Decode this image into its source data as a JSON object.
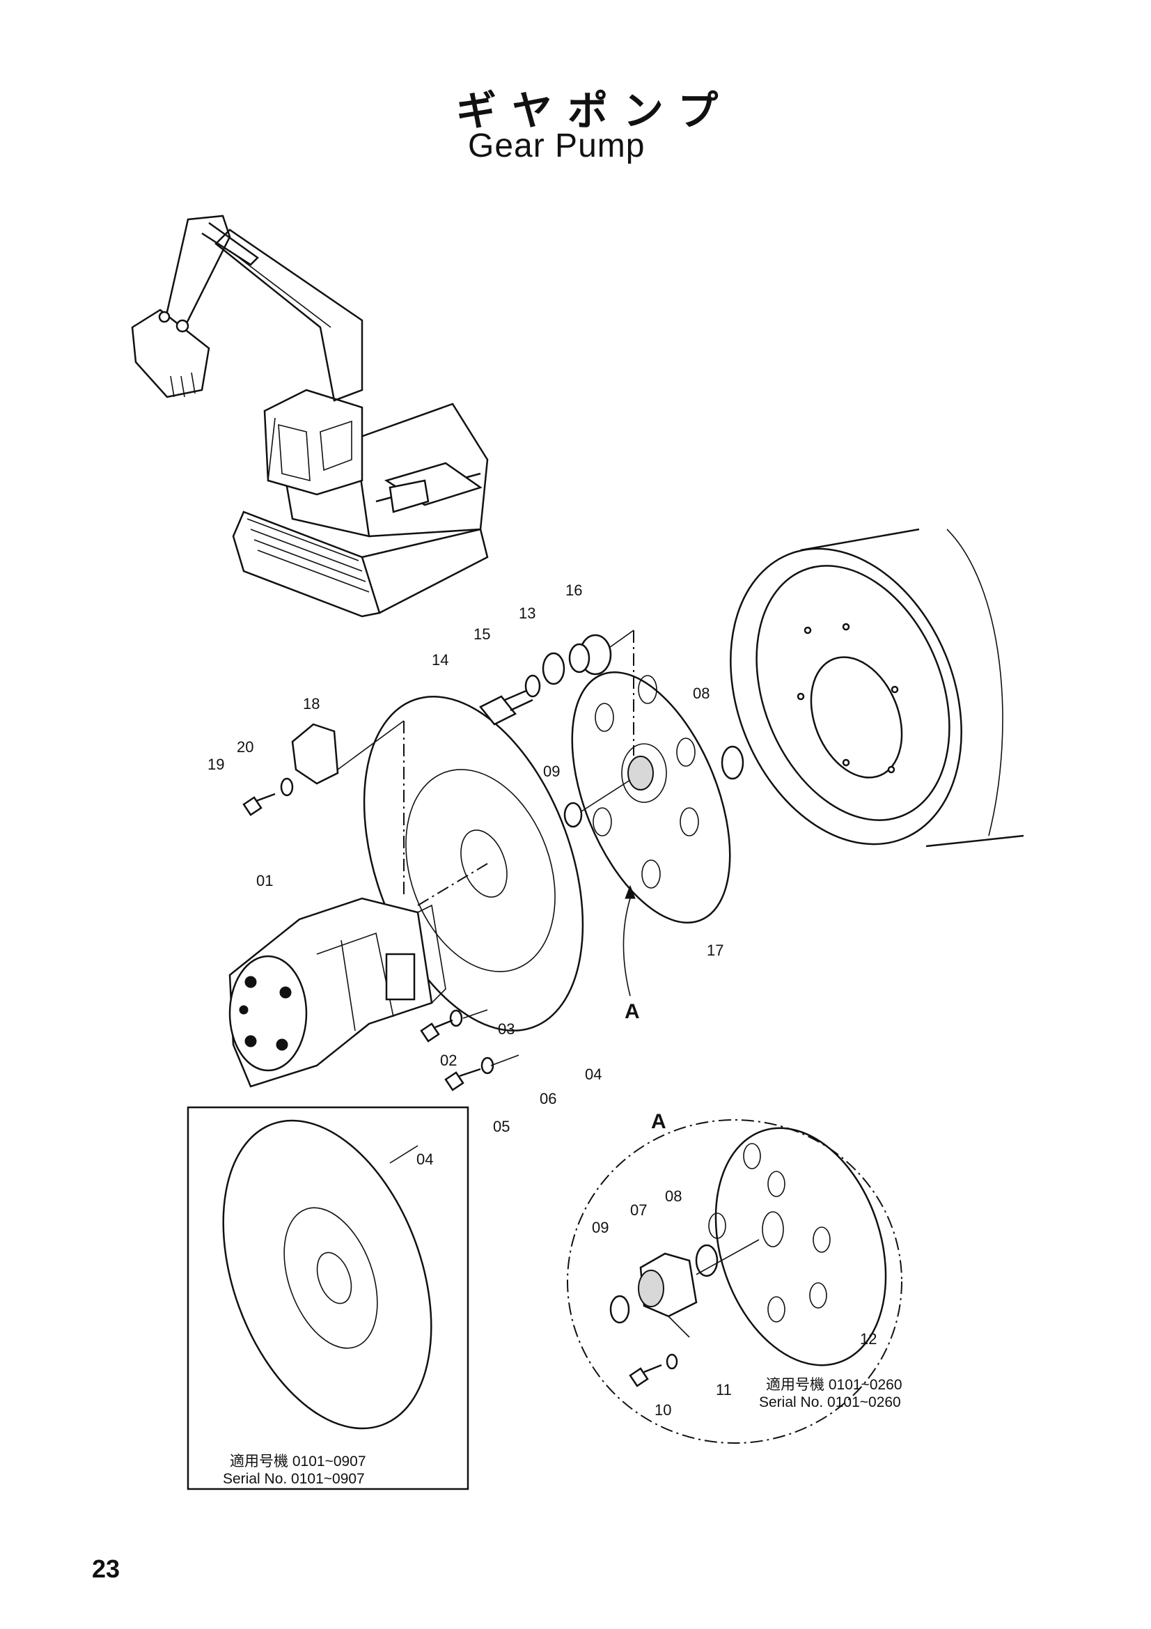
{
  "header": {
    "title_jp": "ギヤポンプ",
    "title_en": "Gear Pump"
  },
  "callouts": {
    "p01": "01",
    "p02": "02",
    "p03": "03",
    "p04": "04",
    "p05": "05",
    "p06": "06",
    "p07": "07",
    "p08": "08",
    "p09": "09",
    "p10": "10",
    "p11": "11",
    "p12": "12",
    "p13": "13",
    "p14": "14",
    "p15": "15",
    "p16": "16",
    "p17": "17",
    "p18": "18",
    "p19": "19",
    "p20": "20",
    "view": "A"
  },
  "inset_left": {
    "part": "04",
    "serial_jp": "適用号機  0101~0907",
    "serial_en": "Serial No. 0101~0907"
  },
  "inset_right": {
    "view": "A",
    "serial_jp": "適用号機  0101~0260",
    "serial_en": "Serial No. 0101~0260"
  },
  "footer": {
    "page_number": "23"
  }
}
